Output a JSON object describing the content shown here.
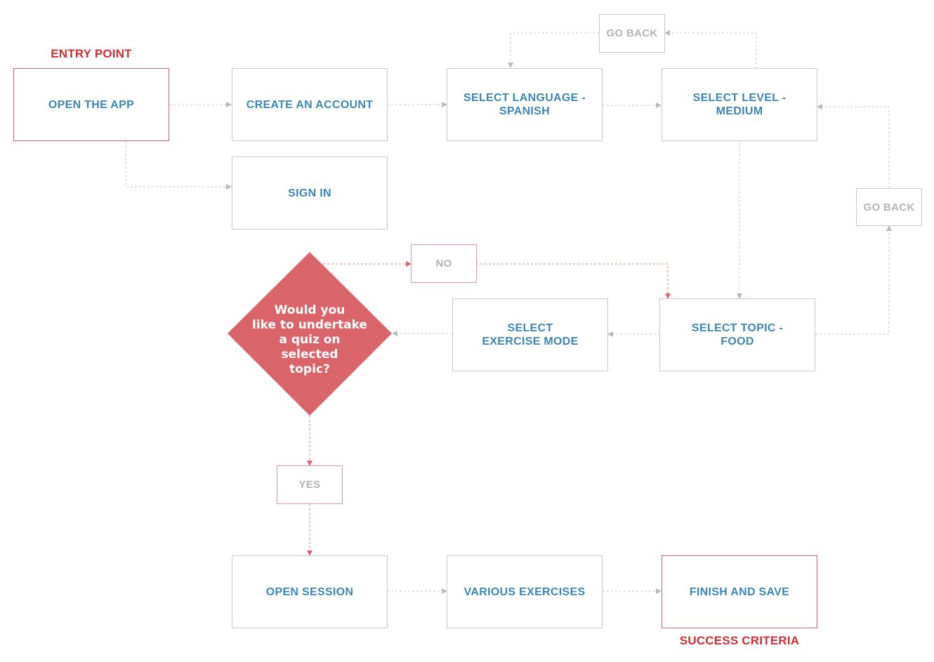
{
  "labels": {
    "entry_point": "ENTRY POINT",
    "success_criteria": "SUCCESS CRITERIA"
  },
  "nodes": {
    "open_app": "OPEN THE APP",
    "create_account": "CREATE AN ACCOUNT",
    "sign_in": "SIGN IN",
    "select_language": "SELECT LANGUAGE  -\nSPANISH",
    "select_level": "SELECT LEVEL -\nMEDIUM",
    "go_back_top": "GO BACK",
    "go_back_right": "GO BACK",
    "select_topic": "SELECT TOPIC -\nFOOD",
    "select_exercise_mode": "SELECT\nEXERCISE MODE",
    "decision": "Would you\nlike to undertake\na quiz on selected\ntopic?",
    "no": "NO",
    "yes": "YES",
    "open_session": "OPEN SESSION",
    "various_exercises": "VARIOUS EXERCISES",
    "finish_and_save": "FINISH AND SAVE"
  },
  "colors": {
    "node_text": "#3d86b3",
    "accent_border": "#d9636d",
    "diamond_fill": "#d9656b",
    "label_red": "#cc2f36",
    "connector_gray": "#c4c4c4",
    "connector_pink": "#e07e86"
  }
}
